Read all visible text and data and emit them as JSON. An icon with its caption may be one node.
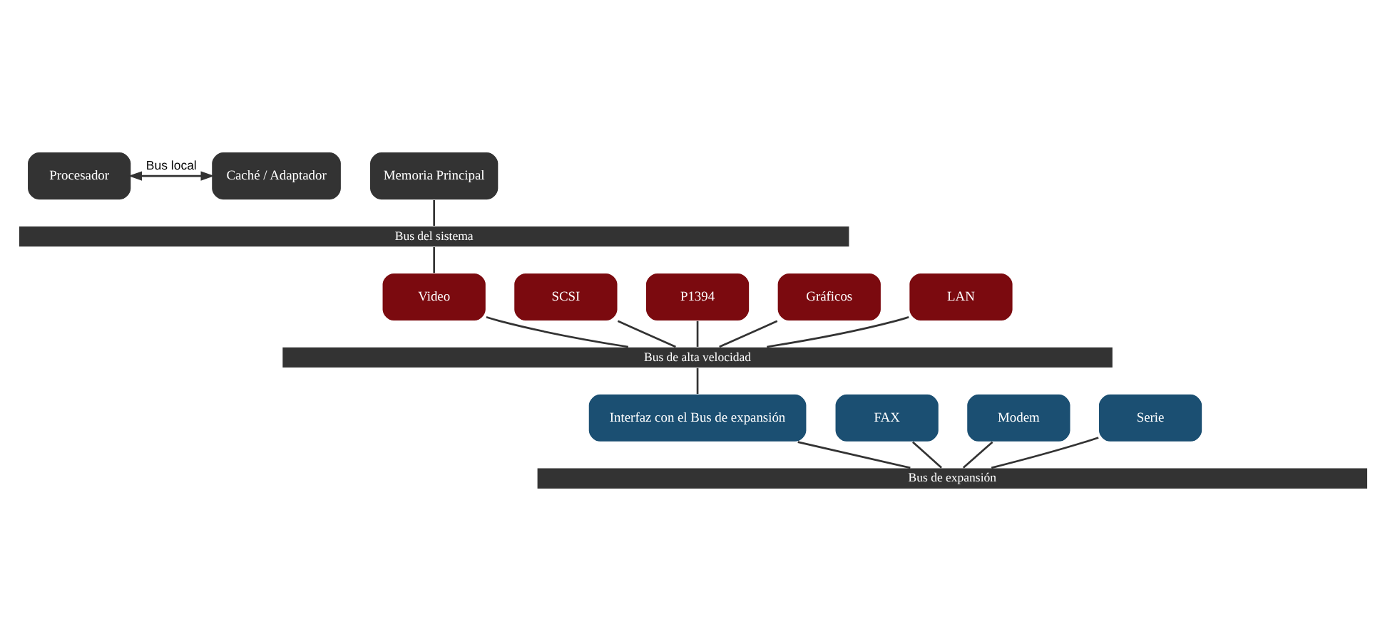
{
  "diagram": {
    "nodes": [
      {
        "text": [
          "Procesador"
        ]
      },
      {
        "text": [
          "Caché / Adaptador"
        ]
      },
      {
        "text": [
          "Memoria Principal"
        ]
      },
      {
        "text": [
          "Bus del sistema"
        ]
      },
      {
        "text": [
          "SCSI"
        ]
      },
      {
        "text": [
          "P1394"
        ]
      },
      {
        "text": [
          "Gráficos"
        ]
      },
      {
        "text": [
          "Video"
        ]
      },
      {
        "text": [
          "LAN"
        ]
      },
      {
        "text": [
          "Bus de alta velocidad"
        ]
      },
      {
        "text": [
          "FAX"
        ]
      },
      {
        "text": [
          "Interfaz con el Bus de expansión"
        ]
      },
      {
        "text": [
          "Modem"
        ]
      },
      {
        "text": [
          "Serie"
        ]
      },
      {
        "text": [
          "Bus de expansión"
        ]
      }
    ],
    "edges": [
      {
        "from": 0,
        "to": 1,
        "arrow": "both",
        "label": "Bus local"
      },
      {
        "from": 2,
        "to": 3,
        "arrow": "none"
      },
      {
        "from": 3,
        "to": 7,
        "arrow": "none"
      },
      {
        "from": 4,
        "to": 9,
        "arrow": "none"
      },
      {
        "from": 5,
        "to": 9,
        "arrow": "none"
      },
      {
        "from": 6,
        "to": 9,
        "arrow": "none"
      },
      {
        "from": 7,
        "to": 9,
        "arrow": "none"
      },
      {
        "from": 8,
        "to": 9,
        "arrow": "none"
      },
      {
        "from": 9,
        "to": 11,
        "arrow": "none"
      },
      {
        "from": 10,
        "to": 14,
        "arrow": "none"
      },
      {
        "from": 11,
        "to": 14,
        "arrow": "none"
      },
      {
        "from": 12,
        "to": 14,
        "arrow": "none"
      },
      {
        "from": 13,
        "to": 14,
        "arrow": "none"
      }
    ]
  }
}
